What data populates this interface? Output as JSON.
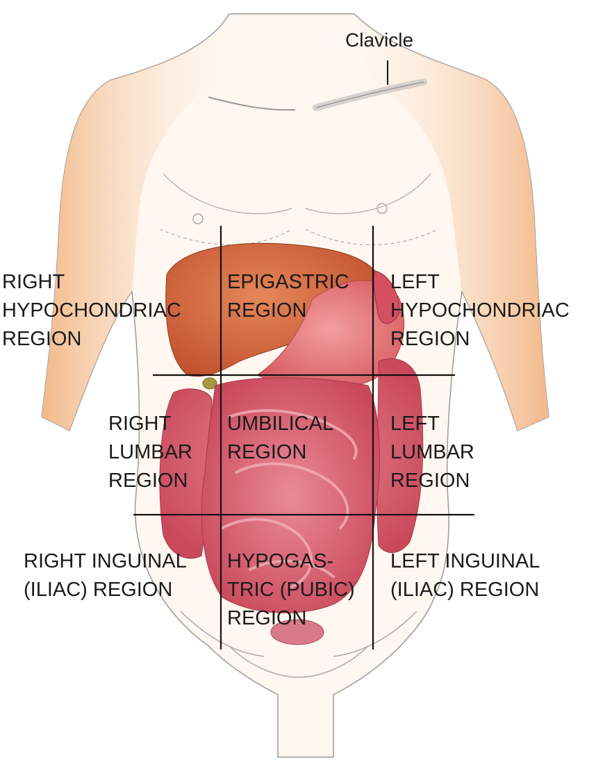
{
  "callout": {
    "label": "Clavicle"
  },
  "regions": {
    "right_hypochondriac": [
      "RIGHT",
      "HYPOCHONDRIAC",
      "REGION"
    ],
    "epigastric": [
      "EPIGASTRIC",
      "REGION"
    ],
    "left_hypochondriac": [
      "LEFT",
      "HYPOCHONDRIAC",
      "REGION"
    ],
    "right_lumbar": [
      "RIGHT",
      "LUMBAR",
      "REGION"
    ],
    "umbilical": [
      "UMBILICAL",
      "REGION"
    ],
    "left_lumbar": [
      "LEFT",
      "LUMBAR",
      "REGION"
    ],
    "right_inguinal": [
      "RIGHT INGUINAL",
      "(ILIAC) REGION"
    ],
    "hypogastric": [
      "HYPOGAS-",
      "TRIC (PUBIC)",
      "REGION"
    ],
    "left_inguinal": [
      "LEFT INGUINAL",
      "(ILIAC) REGION"
    ]
  },
  "colors": {
    "skin_tone": "#f4c9a0",
    "outline": "#8a8a8a",
    "liver": "#d9673f",
    "stomach": "#e8787a",
    "intestine": "#d95a6a",
    "gallbladder": "#9a9a3a",
    "grid_line": "#111111"
  }
}
